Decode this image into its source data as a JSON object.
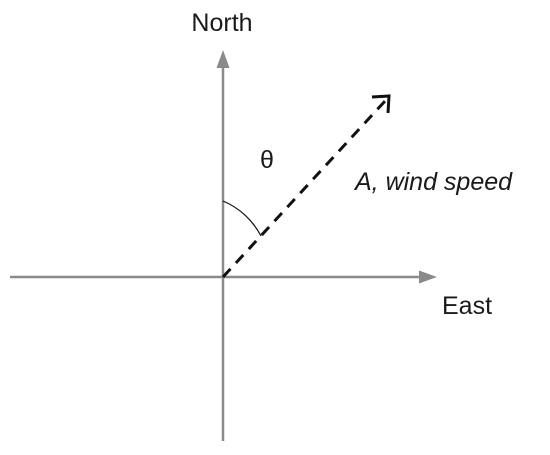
{
  "labels": {
    "north": "North",
    "east": "East",
    "theta": "θ",
    "vector": "A, wind speed"
  },
  "colors": {
    "axis": "#8a8a8a",
    "vector": "#111111",
    "text": "#1a1a1a"
  }
}
